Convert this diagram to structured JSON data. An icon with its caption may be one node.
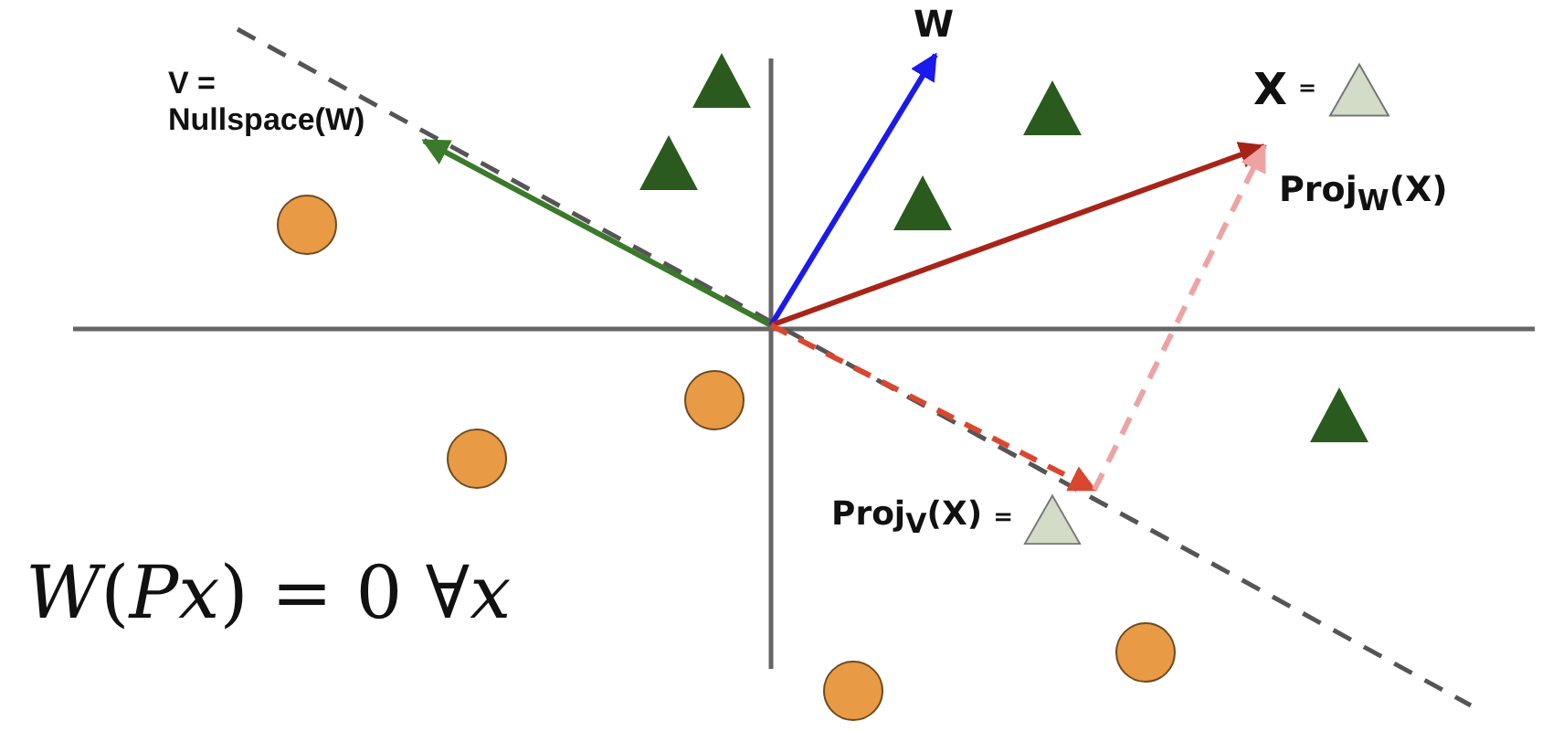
{
  "diagram": {
    "nodes": [
      {
        "text": [
          "V = Nullspace(W)"
        ]
      },
      {
        "text": [
          "W"
        ]
      },
      {
        "text": [
          "X",
          "="
        ]
      },
      {
        "text": [
          "Proj$_{V}$(X)",
          "="
        ]
      }
    ],
    "edges": [
      {
        "from": null,
        "to": 0,
        "arrow": "to",
        "color": "#3a7a2a"
      },
      {
        "from": null,
        "to": 1,
        "arrow": "to",
        "color": "#1a1aee"
      },
      {
        "from": null,
        "to": 2,
        "arrow": "to",
        "color": "#a82418"
      },
      {
        "from": null,
        "to": 3,
        "arrow": "to",
        "style": "dashed",
        "color": "#d9472f"
      },
      {
        "from": 3,
        "to": 2,
        "arrow": "to",
        "style": "dashed",
        "color": "#eea3a3"
      }
    ],
    "labels": [
      "Proj$_{W}$(X)",
      "*W*(*Px*) = 0  ∀*x*"
    ]
  }
}
